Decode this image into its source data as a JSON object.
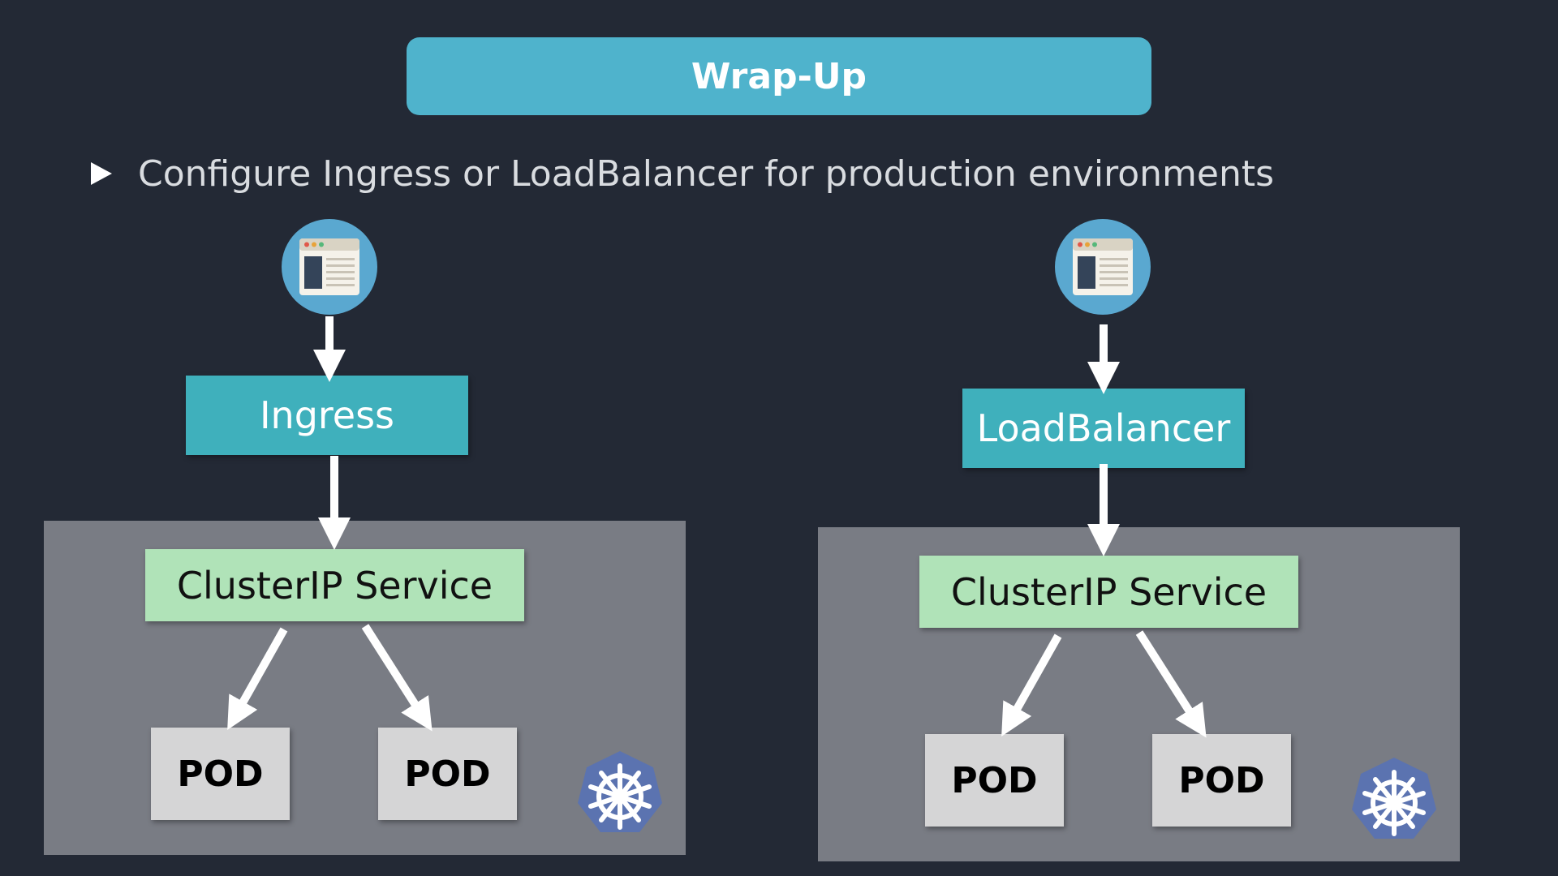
{
  "title": "Wrap-Up",
  "bullet": "Configure Ingress or LoadBalancer for production environments",
  "left": {
    "entry_label": "Ingress",
    "service_label": "ClusterIP Service",
    "pods": [
      "POD",
      "POD"
    ]
  },
  "right": {
    "entry_label": "LoadBalancer",
    "service_label": "ClusterIP Service",
    "pods": [
      "POD",
      "POD"
    ]
  },
  "colors": {
    "background": "#232935",
    "title_bar": "#4fb3cc",
    "entry_box": "#3fb0bc",
    "service_box": "#b0e3b8",
    "pod_box": "#d5d5d6",
    "cluster": "#797c84",
    "kubernetes_logo": "#5b73b0",
    "browser_circle": "#5aa8d0"
  },
  "icons": [
    "browser-icon",
    "kubernetes-helm-icon",
    "play-triangle-icon"
  ]
}
